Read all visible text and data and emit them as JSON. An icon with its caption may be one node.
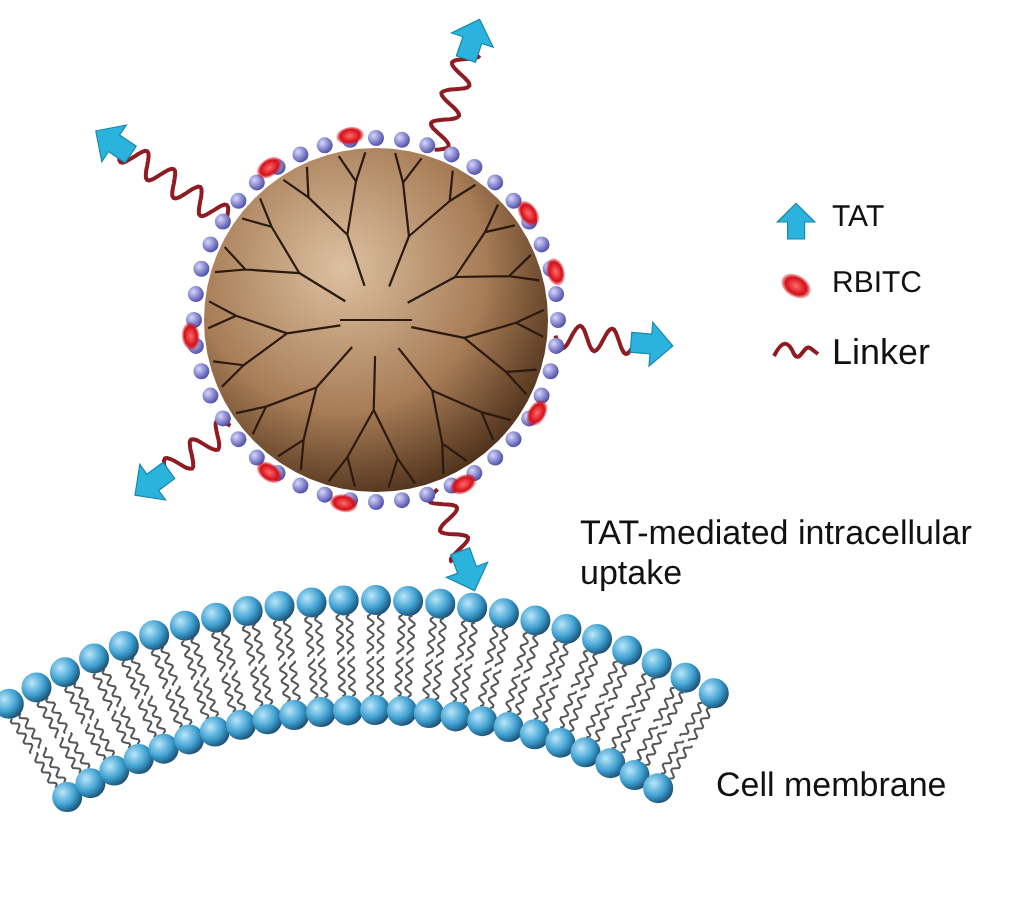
{
  "diagram": {
    "labels": [
      "TAT-mediated intracellular uptake",
      "Cell membrane"
    ],
    "legend": [
      {
        "text": "TAT"
      },
      {
        "text": "RBITC"
      },
      {
        "text": "Linker"
      }
    ]
  }
}
